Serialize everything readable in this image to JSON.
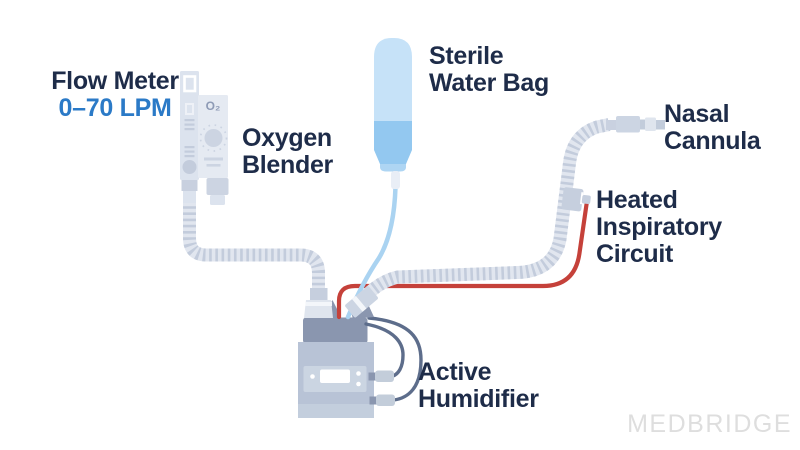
{
  "watermark": {
    "text": "MEDBRIDGE"
  },
  "labels": {
    "flow_meter": {
      "name": "Flow Meter",
      "range": "0–70 LPM"
    },
    "oxygen_blender": {
      "line1": "Oxygen",
      "line2": "Blender"
    },
    "sterile_water_bag": {
      "line1": "Sterile",
      "line2": "Water Bag"
    },
    "nasal_cannula": {
      "line1": "Nasal",
      "line2": "Cannula"
    },
    "heated_inspiratory_circuit": {
      "line1": "Heated",
      "line2": "Inspiratory",
      "line3": "Circuit"
    },
    "active_humidifier": {
      "line1": "Active",
      "line2": "Humidifier"
    }
  },
  "devices": {
    "oxygen_blender": {
      "gas_label": "O₂"
    }
  },
  "components": [
    "flow-meter",
    "oxygen-blender",
    "oxygen-supply-tube",
    "sterile-water-bag",
    "water-line",
    "active-humidifier",
    "temperature-probe-cables",
    "heated-inspiratory-tube",
    "heated-wire",
    "heated-wire-junction",
    "nasal-cannula-connector"
  ],
  "colors": {
    "background": "#ffffff",
    "label_text": "#1e2c49",
    "flow_range_text": "#2b7ac7",
    "heated_wire": "#c5413a",
    "water": "#93c8f0",
    "water_bag": "#c6e2f8",
    "tubing": "#e1e6ef",
    "tubing_ridge": "#c3ccdc",
    "device_body": "#b8c3d6",
    "device_dark": "#8a96af",
    "watermark": "#dedede"
  }
}
